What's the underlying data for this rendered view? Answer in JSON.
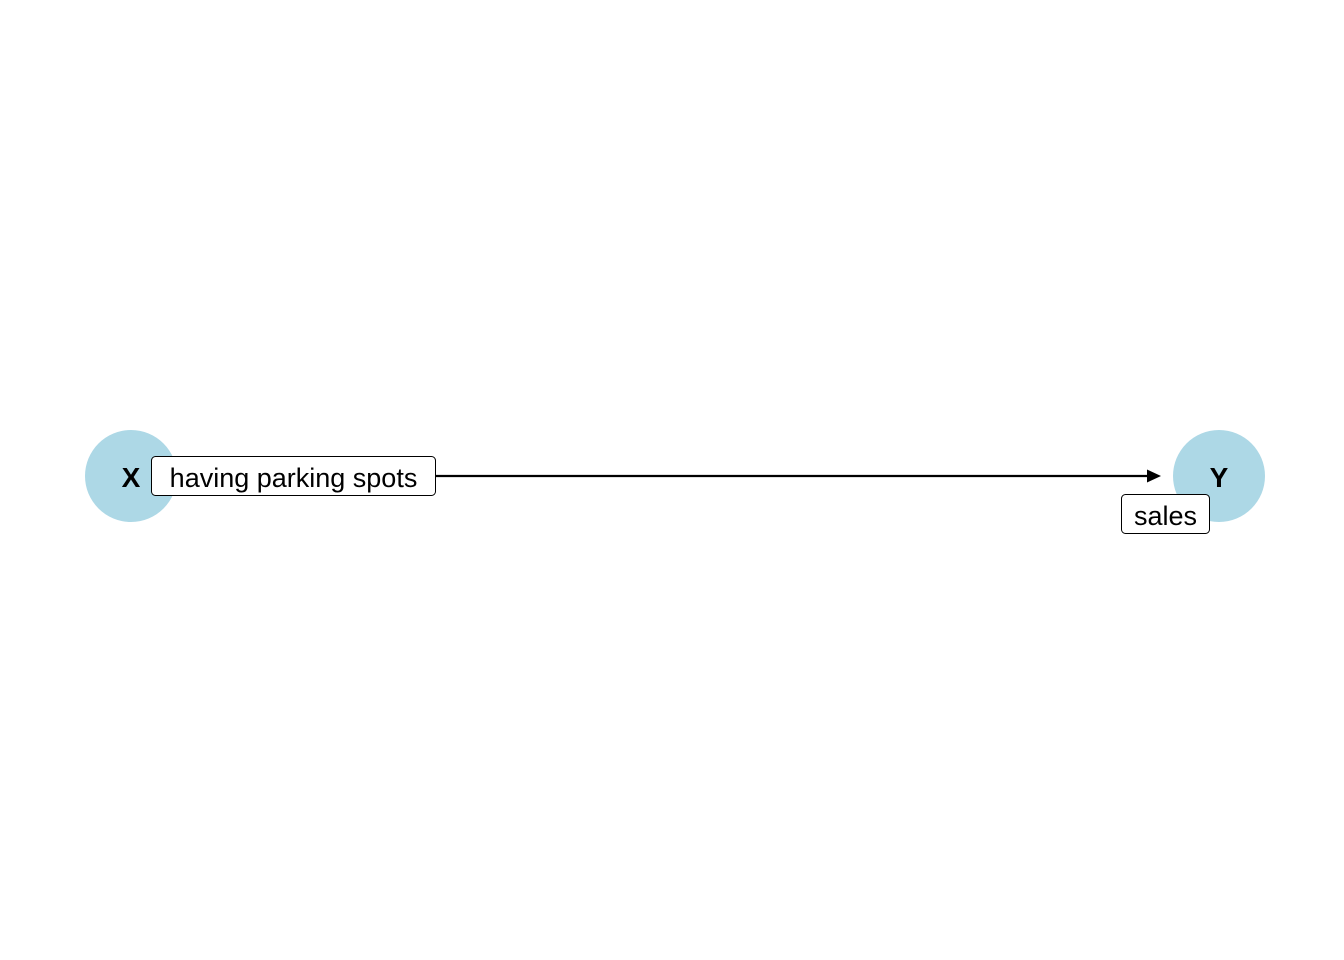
{
  "nodes": [
    {
      "id": "X",
      "label": "X",
      "description": "having parking spots"
    },
    {
      "id": "Y",
      "label": "Y",
      "description": "sales"
    }
  ],
  "edges": [
    {
      "from": "X",
      "to": "Y"
    }
  ],
  "colors": {
    "node_fill": "#ADD8E6",
    "edge": "#000000",
    "label_box_fill": "#FFFFFF",
    "label_box_border": "#000000"
  }
}
